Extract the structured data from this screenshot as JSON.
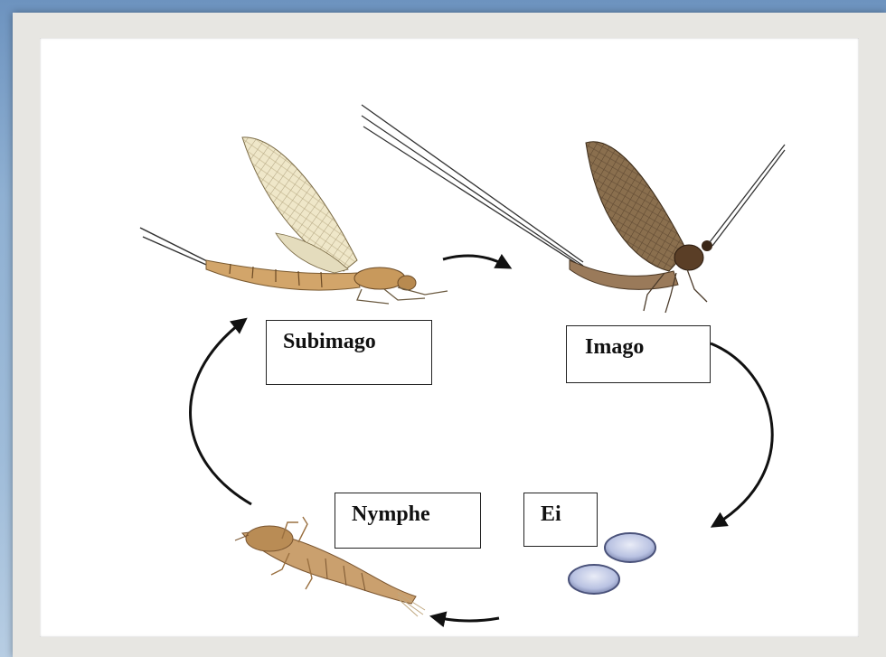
{
  "stages": {
    "subimago": {
      "label": "Subimago"
    },
    "imago": {
      "label": "Imago"
    },
    "egg": {
      "label": "Ei"
    },
    "nymph": {
      "label": "Nymphe"
    }
  },
  "colors": {
    "arrow": "#111111",
    "egg": "#b9c2e2",
    "subimago_body": "#d2a56a",
    "imago_wing": "#8a6f4e",
    "nymph_body": "#caa06e"
  },
  "icons": [
    "subimago-illustration",
    "imago-illustration",
    "nymph-illustration",
    "egg-illustration"
  ]
}
